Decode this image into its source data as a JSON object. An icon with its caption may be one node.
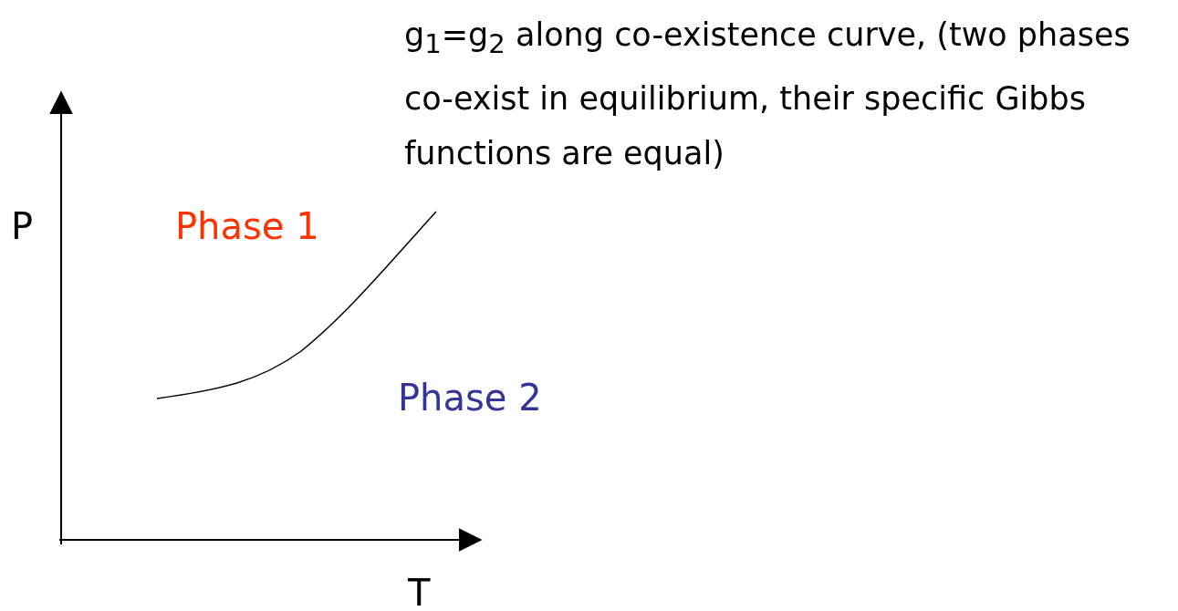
{
  "diagram": {
    "labels": [
      "g$_{1}$=g$_{2}$ along co-existence curve, (two phases co-exist in equilibrium, their specific Gibbs functions are equal)",
      "P",
      "Phase 1",
      "Phase 2",
      "T"
    ]
  }
}
